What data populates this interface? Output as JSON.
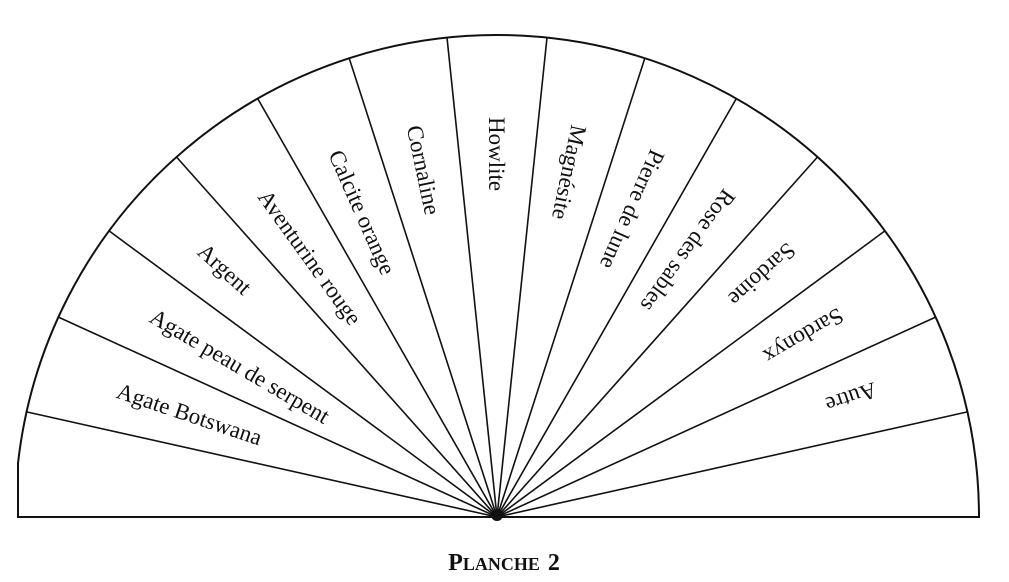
{
  "sectors": [
    "Agate Botswana",
    "Agate peau de serpent",
    "Argent",
    "Aventurine rouge",
    "Calcite orange",
    "Cornaline",
    "Howlite",
    "Magnésite",
    "Pierre de lune",
    "Rose des sables",
    "Sardoine",
    "Sardonyx",
    "Autre"
  ],
  "caption": {
    "first": "P",
    "rest": "LANCHE",
    "number": "2"
  },
  "colors": {
    "ink": "#111111",
    "background": "#ffffff"
  }
}
